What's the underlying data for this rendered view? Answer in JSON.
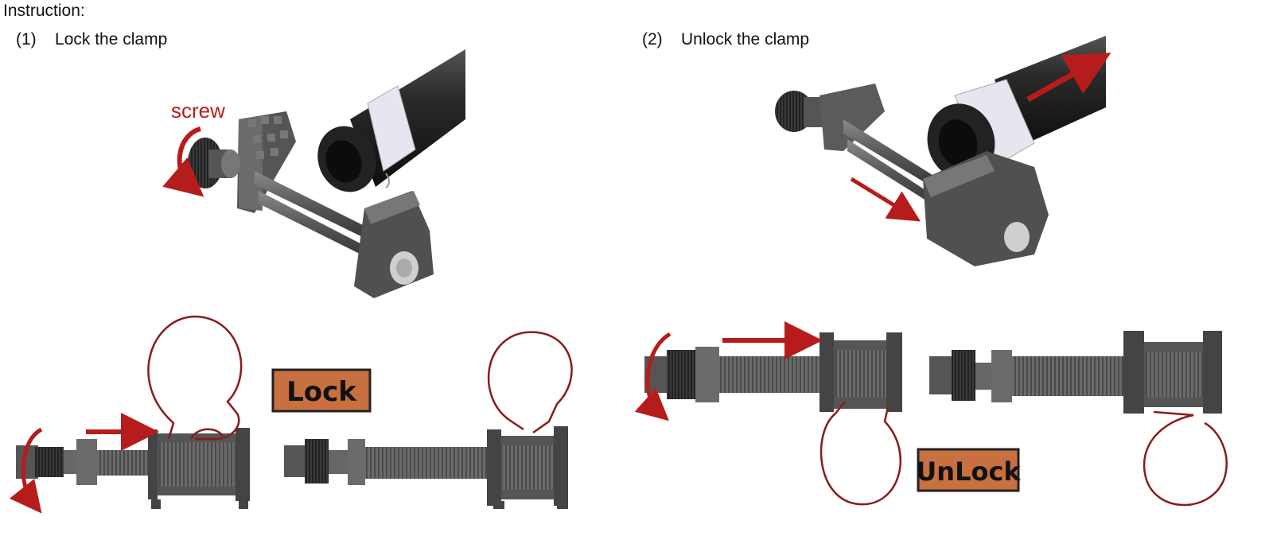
{
  "title": "Instruction:",
  "steps": [
    {
      "number": "(1)",
      "label": "Lock the clamp"
    },
    {
      "number": "(2)",
      "label": "Unlock the clamp"
    }
  ],
  "annotations": {
    "screw": "screw",
    "lock_badge": "Lock",
    "unlock_badge": "UnLock"
  },
  "colors": {
    "accent_red": "#b71c1c",
    "outline_red": "#8b1a1a",
    "badge_fill": "#c8703f",
    "metal_dark": "#4a4a4a",
    "metal_mid": "#6b6b6b",
    "metal_light": "#9a9a9a",
    "tube_black": "#1c1c1c",
    "ring_white": "#e8e8f2"
  }
}
